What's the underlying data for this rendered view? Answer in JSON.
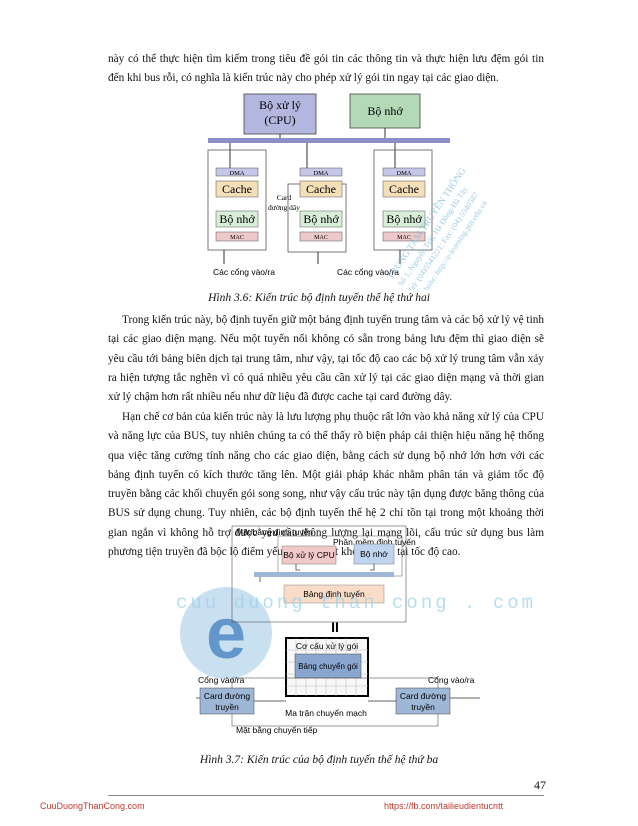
{
  "intro_paragraph": "này có thể thực hiện tìm kiếm trong tiêu đề gói tin các thông tin và thực hiện lưu đệm gói tin đến khi bus rỗi, có nghĩa là kiến trúc này cho phép xử lý gói tin ngay tại các giao diện.",
  "figure_3_6": {
    "cpu_label_line1": "Bộ xử lý",
    "cpu_label_line2": "(CPU)",
    "memory_label": "Bộ nhớ",
    "dma_label": "DMA",
    "cache_label": "Cache",
    "card_label_line1": "Card",
    "card_label_line2": "đường dây",
    "local_memory_label": "Bộ nhớ",
    "mac_label": "MAC",
    "ports_label": "Các cổng vào/ra",
    "caption": "Hình 3.6: Kiến trúc bộ định tuyến thế hệ thứ hai"
  },
  "paragraph_2": "Trong kiến trúc này, bộ định tuyến giữ một bảng định tuyến trung tâm và các bộ xử lý vệ tinh tại các giao diện mạng. Nếu một tuyến nối không có sẵn trong bảng lưu đệm thì giao diện sẽ yêu cầu tới bảng biên dịch tại trung tâm, như vậy, tại tốc độ cao các bộ xử lý trung tâm vẫn xảy ra hiện tượng tắc nghẽn vì có quá nhiều yêu cầu cần xử lý tại các giao diện mạng và thời gian xử lý chậm hơn rất nhiều nếu như dữ liệu đã được cache tại card đường dây.",
  "paragraph_3": "Hạn chế cơ bản của kiến trúc này là lưu lượng phụ thuộc rất lớn vào khả năng xử lý của CPU và năng lực của BUS, tuy nhiên chúng ta có thể thấy rõ biện pháp cải thiện hiệu năng hệ thống qua việc tăng cường tính năng cho các giao diện, bằng cách sử dụng bộ nhớ lớn hơn với các bảng định tuyến có kích thước tăng lên. Một giải pháp khác nhằm phân tán và giảm tốc độ truyền bằng các khối chuyển gói song song, như vậy cấu trúc này tận dụng được băng thông của BUS sử dụng chung. Tuy nhiên, các bộ định tuyến thế hệ 2 chỉ tồn tại trong một khoảng thời gian ngắn vì không hỗ trợ được yêu cầu thông lượng lại mạng lõi, cấu trúc sử dụng bus làm phương tiện truyền đã bộc lộ điểm yếu rõ rệt và rất khó thiết kế tại tốc độ cao.",
  "figure_3_7": {
    "control_plane_label": "Mặt bằng định tuyến",
    "software_label": "Phần mềm định tuyến",
    "cpu_label": "Bộ xử lý CPU",
    "memory_label": "Bộ nhớ",
    "routing_table_label": "Bảng định tuyến",
    "equals_symbol": "II",
    "processor_label": "Cơ cấu xử lý gói",
    "forwarding_table_label": "Bảng chuyển gói",
    "port_left_label": "Cổng vào/ra",
    "port_right_label": "Cổng vào/ra",
    "line_card_line1": "Card đường",
    "line_card_line2": "truyền",
    "switch_matrix_label": "Ma trận chuyển mạch",
    "forwarding_plane_label": "Mặt bằng chuyển tiếp",
    "caption": "Hình 3.7: Kiến trúc của bộ định tuyến thế hệ thứ ba"
  },
  "watermark_text": "cuu duong than cong . com",
  "side_watermark": {
    "line1": "TRUNG TÂM TRUYỀN THÔNG",
    "line2": "Số 1, Nguyễn Trãi, Hà Đông-Hà Tây",
    "line3": "Tel: (04)5541221; Fax: (04) 5540587",
    "line4": "Website: http://e-learning.ptit.edu.vn"
  },
  "page_number": "47",
  "footer_left": "CuuDuongThanCong.com",
  "footer_right": "https://fb.com/tailieudientucntt",
  "colors": {
    "bus": "#8e8ec8",
    "cpu_box": "#b3b6df",
    "memory_box": "#b3d9b6",
    "dma": "#c6c6e8",
    "cache": "#f5dfb8",
    "local_memory": "#d8eed8",
    "mac": "#eec9c9",
    "card_cpu": "#f2c9c9",
    "card_mem": "#bfd5ef",
    "table_box": "#f8dcc8",
    "forwarding_table": "#88a6cf",
    "line_card": "#9fb7d7"
  }
}
